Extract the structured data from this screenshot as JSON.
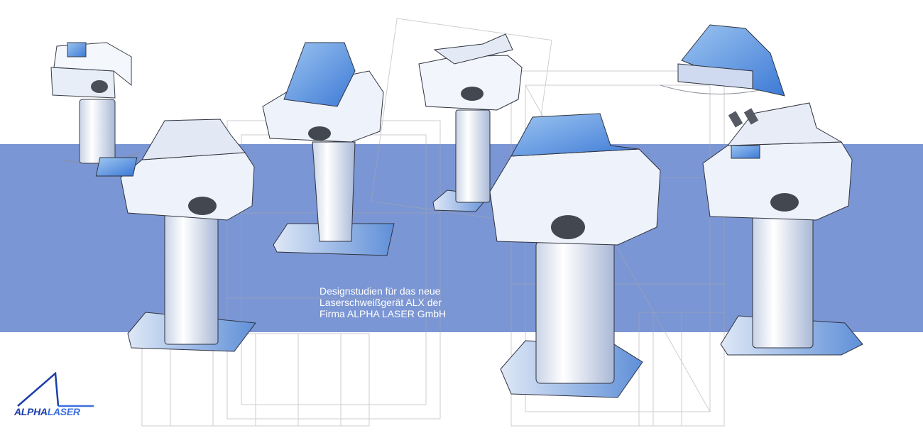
{
  "caption": {
    "line1": "Designstudien für das neue",
    "line2": "Laserschweißgerät ALX der",
    "line3": "Firma ALPHA LASER GmbH"
  },
  "logo": {
    "part1": "ALPHA",
    "part2": "LASER"
  },
  "colors": {
    "band": "#7b96d4",
    "logo_dark": "#1c3fa8",
    "logo_light": "#3a6fe0"
  }
}
